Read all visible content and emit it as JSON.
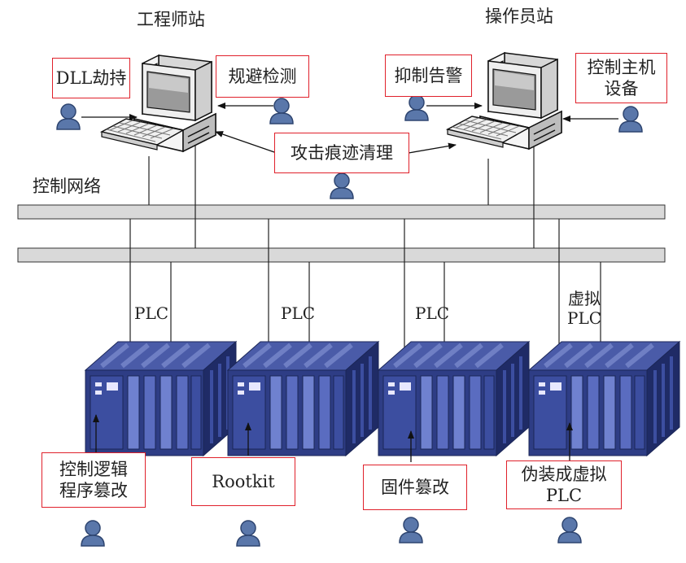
{
  "stations": {
    "engineer": "工程师站",
    "operator": "操作员站"
  },
  "network": {
    "label": "控制网络"
  },
  "attacks": {
    "dll": "DLL劫持",
    "evade": "规避检测",
    "suppress": "抑制告警",
    "host_line1": "控制主机",
    "host_line2": "设备",
    "clean": "攻击痕迹清理",
    "logic_line1": "控制逻辑",
    "logic_line2": "程序篡改",
    "rootkit": "Rootkit",
    "firmware": "固件篡改",
    "fake_line1": "伪装成虚拟",
    "fake_line2": "PLC"
  },
  "plcs": {
    "p1": "PLC",
    "p2": "PLC",
    "p3": "PLC",
    "virtual_line1": "虚拟",
    "virtual_line2": "PLC"
  },
  "colors": {
    "attack_box_border": "#e0212b",
    "network_bar": "#d9d9d9",
    "plc_body": "#2f3f86",
    "attacker_icon": "#4d6a9c"
  },
  "icons": [
    "computer-icon",
    "attacker-icon",
    "plc-rack-icon"
  ]
}
